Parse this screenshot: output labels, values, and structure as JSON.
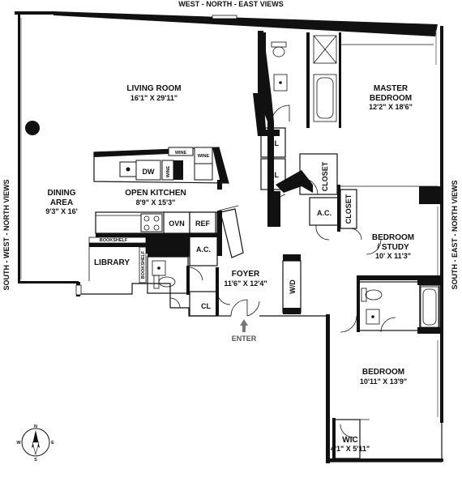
{
  "views": {
    "top": "WEST - NORTH - EAST VIEWS",
    "left": "SOUTH - WEST - NORTH VIEWS",
    "right": "SOUTH - EAST - NORTH VIEWS"
  },
  "rooms": {
    "living": {
      "name": "LIVING ROOM",
      "dims": "16'1\" X 29'11\""
    },
    "dining": {
      "name": "DINING",
      "name2": "AREA",
      "dims": "9'3\" X 16'"
    },
    "kitchen": {
      "name": "OPEN KITCHEN",
      "dims": "8'9\" X 15'3\""
    },
    "library": {
      "name": "LIBRARY"
    },
    "foyer": {
      "name": "FOYER",
      "dims": "11'6\" X 12'4\""
    },
    "master": {
      "name": "MASTER",
      "name2": "BEDROOM",
      "dims": "12'2\" X 18'6\""
    },
    "study": {
      "name": "BEDROOM",
      "name2": "/ STUDY",
      "dims": "10' X 11'3\""
    },
    "bedroom": {
      "name": "BEDROOM",
      "dims": "10'11\" X 13'9\""
    },
    "wic": {
      "name": "WIC",
      "dims": "4'1\" X 5'11\""
    }
  },
  "fixtures": {
    "dw": "DW",
    "wine": "WINE",
    "ovn": "OVN",
    "ref": "REF",
    "ac": "A.C.",
    "cl": "CL",
    "closet": "CLOSET",
    "wd": "W/D",
    "bookshelf": "BOOKSHELF"
  },
  "enter": "ENTER",
  "compass": {
    "n": "N",
    "s": "S",
    "e": "E",
    "w": "W"
  }
}
